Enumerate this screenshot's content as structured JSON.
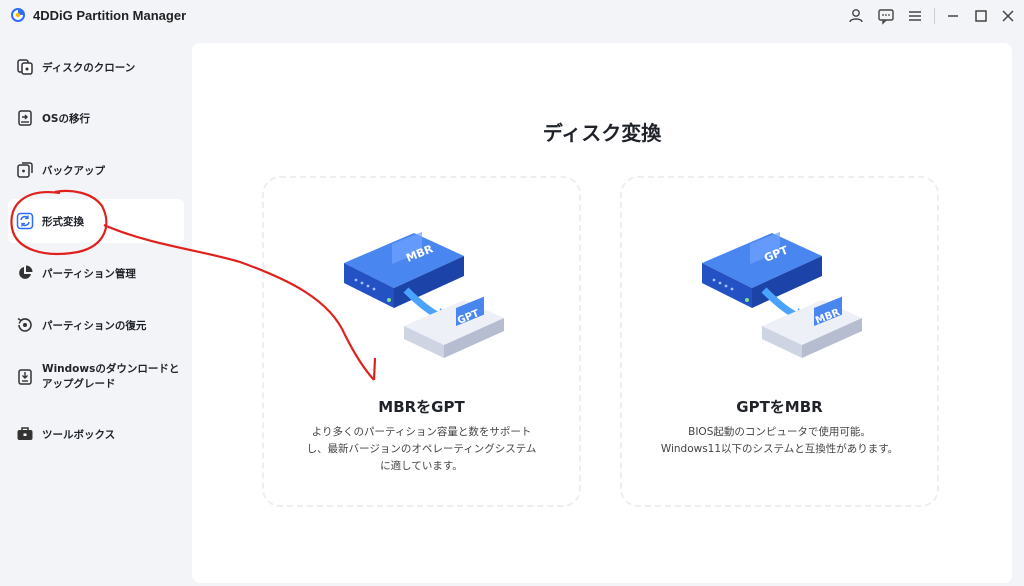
{
  "app": {
    "title": "4DDiG Partition Manager"
  },
  "titlebar": {
    "buttons": [
      "user-icon",
      "feedback-icon",
      "menu-icon",
      "minimize-icon",
      "maximize-icon",
      "close-icon"
    ]
  },
  "sidebar": {
    "items": [
      {
        "label": "ディスクのクローン",
        "icon": "disk-clone-icon"
      },
      {
        "label": "OSの移行",
        "icon": "os-migrate-icon"
      },
      {
        "label": "バックアップ",
        "icon": "backup-icon"
      },
      {
        "label": "形式変換",
        "icon": "convert-icon",
        "active": true
      },
      {
        "label": "パーティション管理",
        "icon": "pie-chart-icon"
      },
      {
        "label": "パーティションの復元",
        "icon": "restore-icon"
      },
      {
        "label": "Windowsのダウンロードとアップグレード",
        "icon": "download-icon"
      },
      {
        "label": "ツールボックス",
        "icon": "toolbox-icon"
      }
    ]
  },
  "main": {
    "title": "ディスク変換",
    "cards": [
      {
        "title": "MBRをGPT",
        "disk_top": "MBR",
        "disk_bottom": "GPT",
        "desc_lines": [
          "より多くのパーティション容量と数をサポート",
          "し、最新バージョンのオペレーティングシステム",
          "に適しています。"
        ]
      },
      {
        "title": "GPTをMBR",
        "disk_top": "GPT",
        "disk_bottom": "MBR",
        "desc_lines": [
          "BIOS起動のコンピュータで使用可能。",
          "Windows11以下のシステムと互換性があります。"
        ]
      }
    ]
  },
  "colors": {
    "accent": "#2f6bff",
    "annotation": "#e0201c",
    "disk_blue": "#2f62d6",
    "disk_gray": "#dfe3ef"
  }
}
